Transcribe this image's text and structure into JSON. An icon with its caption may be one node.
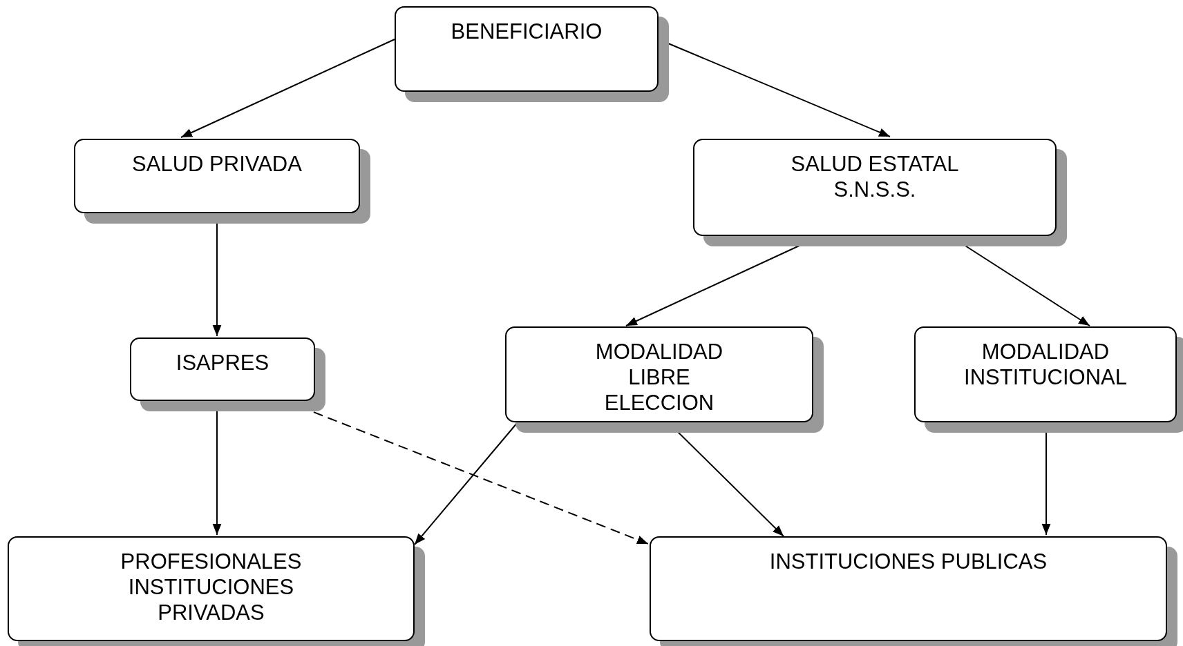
{
  "diagram": {
    "nodes": [
      {
        "text": [
          "BENEFICIARIO"
        ]
      },
      {
        "text": [
          "SALUD PRIVADA"
        ]
      },
      {
        "text": [
          "SALUD ESTATAL S.N.S.S."
        ]
      },
      {
        "text": [
          "ISAPRES"
        ]
      },
      {
        "text": [
          "MODALIDAD LIBRE ELECCION"
        ]
      },
      {
        "text": [
          "MODALIDAD INSTITUCIONAL"
        ]
      },
      {
        "text": [
          "PROFESIONALES INSTITUCIONES PRIVADAS"
        ]
      },
      {
        "text": [
          "INSTITUCIONES PUBLICAS"
        ]
      }
    ],
    "edges": [
      {
        "from": 0,
        "to": 1,
        "arrow": "to"
      },
      {
        "from": 0,
        "to": 2,
        "arrow": "to"
      },
      {
        "from": 1,
        "to": 3,
        "arrow": "to"
      },
      {
        "from": 2,
        "to": 4,
        "arrow": "to"
      },
      {
        "from": 2,
        "to": 5,
        "arrow": "to"
      },
      {
        "from": 3,
        "to": 6,
        "arrow": "to"
      },
      {
        "from": 3,
        "to": 7,
        "arrow": "to",
        "style": "dashed"
      },
      {
        "from": 4,
        "to": 6,
        "arrow": "to"
      },
      {
        "from": 4,
        "to": 7,
        "arrow": "to"
      },
      {
        "from": 5,
        "to": 7,
        "arrow": "to"
      }
    ]
  }
}
